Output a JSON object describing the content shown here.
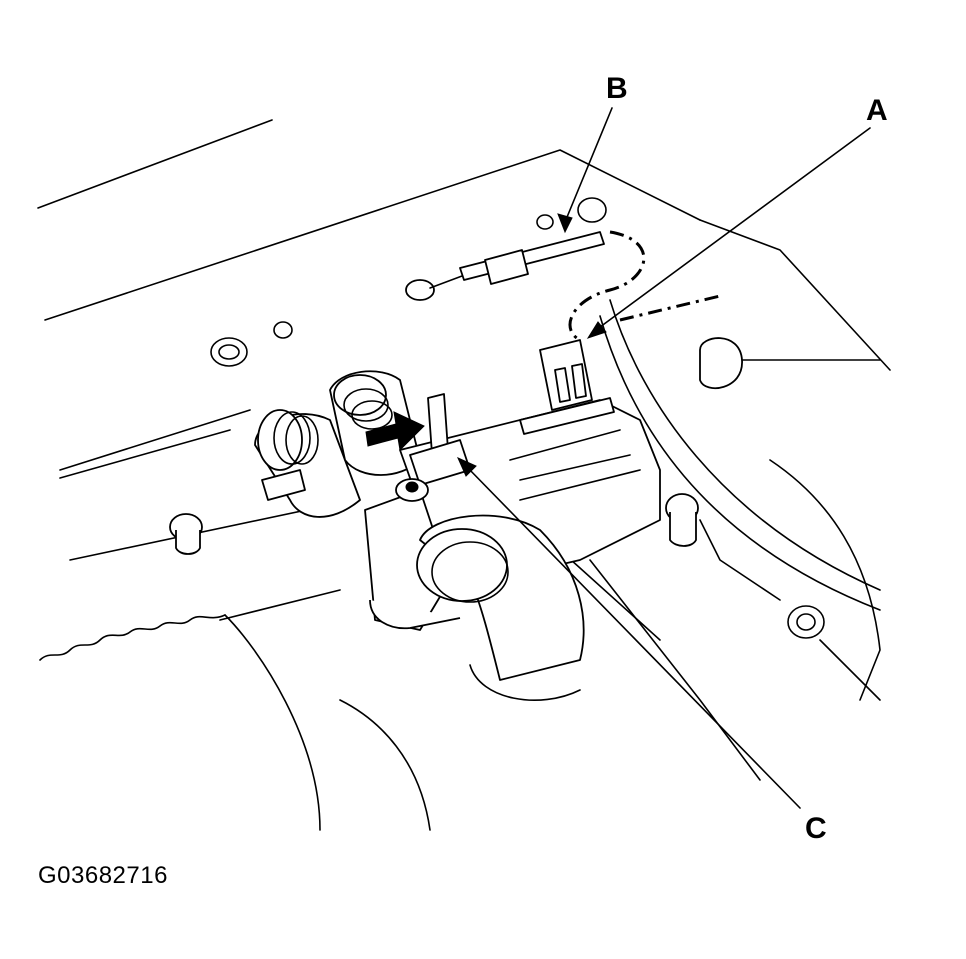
{
  "diagram": {
    "callouts": {
      "a": "A",
      "b": "B",
      "c": "C"
    },
    "figure_id": "G03682716"
  }
}
